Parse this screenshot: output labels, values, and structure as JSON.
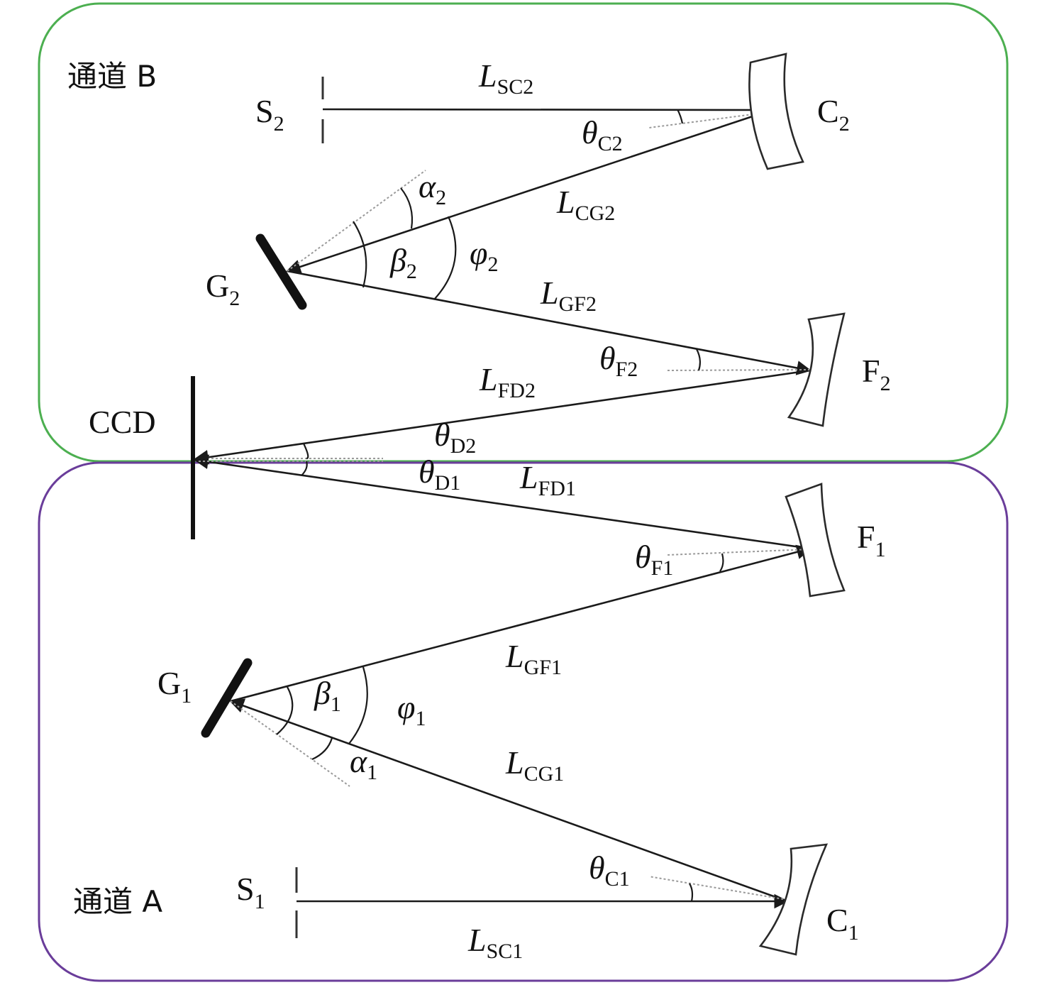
{
  "channels": {
    "b": {
      "name": "通道 B",
      "color": "#6cbf5a",
      "border_color": "#4caf50"
    },
    "a": {
      "name": "通道 A",
      "color": "#5b2e8a",
      "border_color": "#6a3d9a"
    }
  },
  "components": {
    "s2": {
      "base": "S",
      "sub": "2"
    },
    "c2": {
      "base": "C",
      "sub": "2"
    },
    "g2": {
      "base": "G",
      "sub": "2"
    },
    "f2": {
      "base": "F",
      "sub": "2"
    },
    "ccd": "CCD",
    "f1": {
      "base": "F",
      "sub": "1"
    },
    "g1": {
      "base": "G",
      "sub": "1"
    },
    "s1": {
      "base": "S",
      "sub": "1"
    },
    "c1": {
      "base": "C",
      "sub": "1"
    }
  },
  "lengths": {
    "sc2": {
      "base": "L",
      "sub": "SC2"
    },
    "cg2": {
      "base": "L",
      "sub": "CG2"
    },
    "gf2": {
      "base": "L",
      "sub": "GF2"
    },
    "fd2": {
      "base": "L",
      "sub": "FD2"
    },
    "fd1": {
      "base": "L",
      "sub": "FD1"
    },
    "gf1": {
      "base": "L",
      "sub": "GF1"
    },
    "cg1": {
      "base": "L",
      "sub": "CG1"
    },
    "sc1": {
      "base": "L",
      "sub": "SC1"
    }
  },
  "angles": {
    "theta_c2": {
      "base": "θ",
      "sub": "C2"
    },
    "alpha2": {
      "base": "α",
      "sub": "2"
    },
    "beta2": {
      "base": "β",
      "sub": "2"
    },
    "phi2": {
      "base": "φ",
      "sub": "2"
    },
    "theta_f2": {
      "base": "θ",
      "sub": "F2"
    },
    "theta_d2": {
      "base": "θ",
      "sub": "D2"
    },
    "theta_d1": {
      "base": "θ",
      "sub": "D1"
    },
    "theta_f1": {
      "base": "θ",
      "sub": "F1"
    },
    "beta1": {
      "base": "β",
      "sub": "1"
    },
    "phi1": {
      "base": "φ",
      "sub": "1"
    },
    "alpha1": {
      "base": "α",
      "sub": "1"
    },
    "theta_c1": {
      "base": "θ",
      "sub": "C1"
    }
  }
}
